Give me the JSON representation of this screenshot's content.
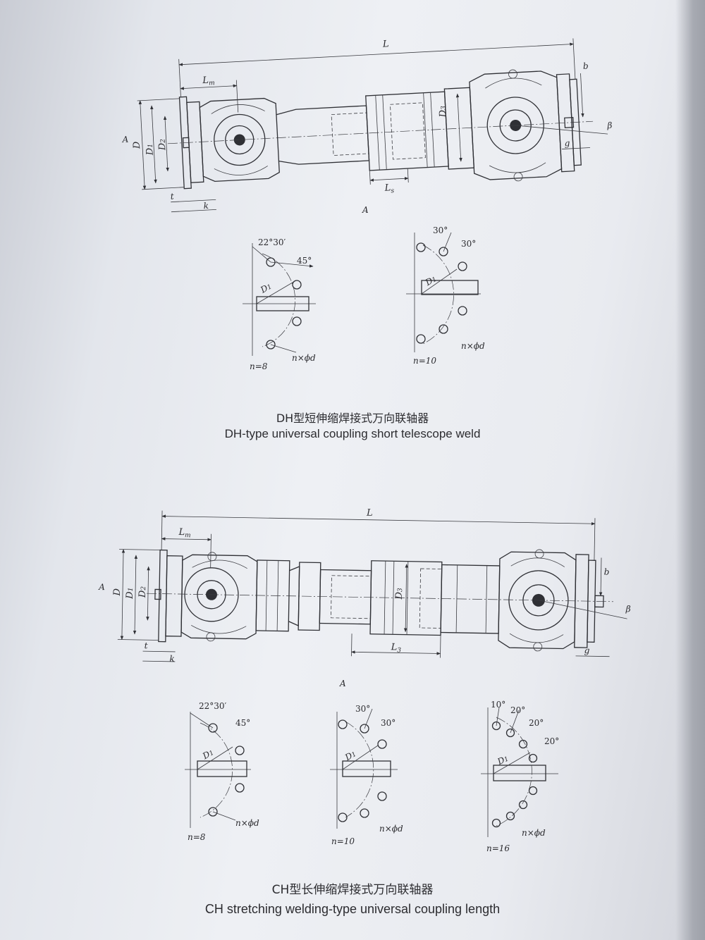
{
  "dh": {
    "caption_zh": "DH型短伸缩焊接式万向联轴器",
    "caption_en": "DH-type universal coupling short telescope weld",
    "dims": {
      "L": "L",
      "Lm": "L",
      "Lm_sub": "m",
      "Ls": "L",
      "Ls_sub": "s",
      "D": "D",
      "D1": "D",
      "D1_sub": "1",
      "D2": "D",
      "D2_sub": "2",
      "D3": "D",
      "D3_sub": "3",
      "t": "t",
      "k": "k",
      "b": "b",
      "g": "g",
      "beta": "β",
      "A": "A",
      "view": "A"
    },
    "flanges": [
      {
        "n": "n=8",
        "angles": [
          "22°30′",
          "45°"
        ],
        "hole": "n×ϕd",
        "d1": "D",
        "d1_sub": "1"
      },
      {
        "n": "n=10",
        "angles": [
          "30°",
          "30°"
        ],
        "hole": "n×ϕd",
        "d1": "D",
        "d1_sub": "1"
      }
    ]
  },
  "ch": {
    "caption_zh": "CH型长伸缩焊接式万向联轴器",
    "caption_en": "CH stretching welding-type universal coupling length",
    "dims": {
      "L": "L",
      "Lm": "L",
      "Lm_sub": "m",
      "L3": "L",
      "L3_sub": "3",
      "D": "D",
      "D1": "D",
      "D1_sub": "1",
      "D2": "D",
      "D2_sub": "2",
      "D3": "D",
      "D3_sub": "3",
      "t": "t",
      "k": "k",
      "b": "b",
      "g": "g",
      "beta": "β",
      "A": "A",
      "view": "A"
    },
    "flanges": [
      {
        "n": "n=8",
        "angles": [
          "22°30′",
          "45°"
        ],
        "hole": "n×ϕd",
        "d1": "D",
        "d1_sub": "1"
      },
      {
        "n": "n=10",
        "angles": [
          "30°",
          "30°"
        ],
        "hole": "n×ϕd",
        "d1": "D",
        "d1_sub": "1"
      },
      {
        "n": "n=16",
        "angles": [
          "10°",
          "20°",
          "20°",
          "20°"
        ],
        "hole": "n×ϕd",
        "d1": "D",
        "d1_sub": "1"
      }
    ]
  }
}
